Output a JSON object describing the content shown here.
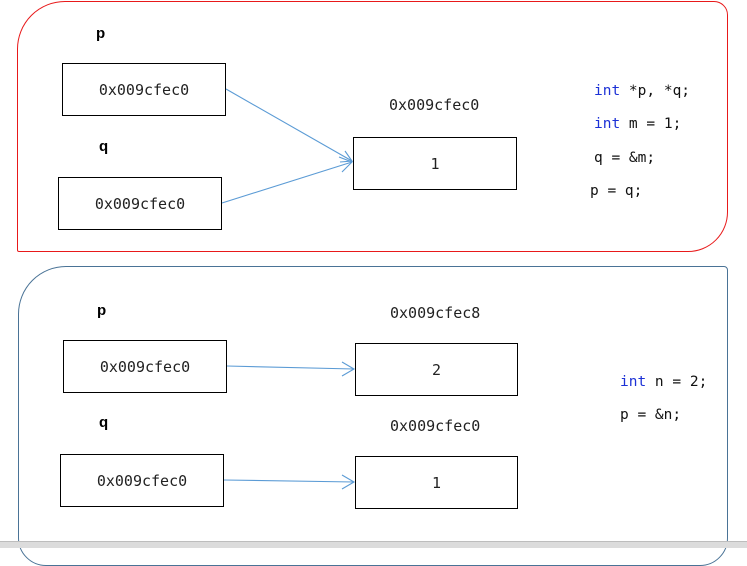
{
  "colors": {
    "panel1_border": "#e8191a",
    "panel2_border": "#4a7396",
    "arrow": "#5b9bd5",
    "keyword": "#1c31d6"
  },
  "panel1": {
    "label_p": "p",
    "label_q": "q",
    "p_value": "0x009cfec0",
    "q_value": "0x009cfec0",
    "target_address": "0x009cfec0",
    "target_value": "1",
    "code": [
      {
        "kw": "int",
        "rest": " *p, *q;"
      },
      {
        "kw": "int",
        "rest": " m = 1;"
      },
      {
        "kw": "",
        "rest": "q = &m;"
      },
      {
        "kw": "",
        "rest": "p = q;"
      }
    ]
  },
  "panel2": {
    "label_p": "p",
    "label_q": "q",
    "p_value": "0x009cfec0",
    "q_value": "0x009cfec0",
    "target1_address": "0x009cfec8",
    "target1_value": "2",
    "target2_address": "0x009cfec0",
    "target2_value": "1",
    "code": [
      {
        "kw": "int",
        "rest": " n = 2;"
      },
      {
        "kw": "",
        "rest": "p = &n;"
      }
    ]
  }
}
